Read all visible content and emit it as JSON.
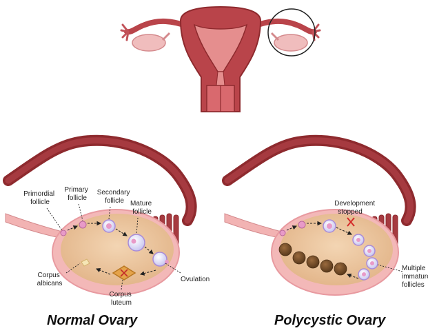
{
  "panels": {
    "normal": {
      "title": "Normal Ovary",
      "labels": {
        "primordial": [
          "Primordial",
          "follicle"
        ],
        "primary": [
          "Primary",
          "follicle"
        ],
        "secondary": [
          "Secondary",
          "follicle"
        ],
        "mature": [
          "Mature",
          "follicle"
        ],
        "ovulation": [
          "Ovulation"
        ],
        "albicans": [
          "Corpus",
          "albicans"
        ],
        "luteum": [
          "Corpus",
          "luteum"
        ]
      }
    },
    "polycystic": {
      "title": "Polycystic Ovary",
      "labels": {
        "stopped": [
          "Development",
          "stopped"
        ],
        "immature": [
          "Multiple",
          "immature",
          "follicles"
        ]
      }
    }
  },
  "colors": {
    "tissue_dark": "#8e2a2e",
    "tissue_mid": "#b9444a",
    "tissue_light": "#e58e8e",
    "ovary_fill": "#edc49e",
    "ovary_rim": "#e89aa0",
    "cyst": "#6b4626",
    "stop_mark": "#d42a2a"
  }
}
